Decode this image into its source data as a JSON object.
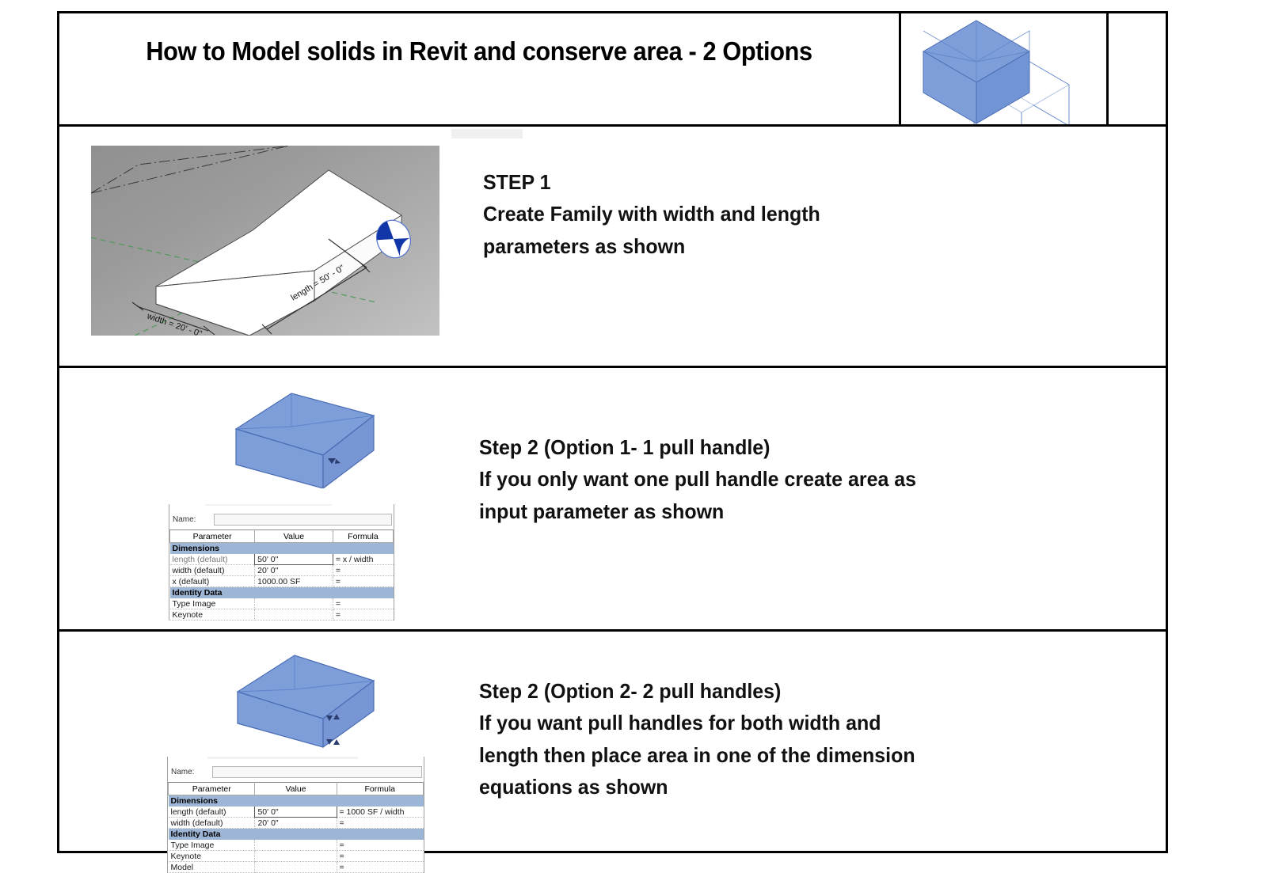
{
  "sheet": {
    "title": "How to Model solids in Revit and conserve  area - 2 Options",
    "header_icon_name": "blue-isometric-box-icon"
  },
  "steps": [
    {
      "id": "step1",
      "text": "STEP 1\nCreate Family with width and length\n parameters as shown",
      "image": {
        "type": "revit-3d-render",
        "solid_color": "#ffffff",
        "background": "grey-gradient",
        "dimension_labels": [
          {
            "name": "width-dimension",
            "text": "width = 20' - 0\""
          },
          {
            "name": "length-dimension",
            "text": "length = 50' - 0\""
          }
        ],
        "view_cube_name": "navigation-wheel-icon"
      }
    },
    {
      "id": "step2",
      "text": "Step 2 (Option 1- 1 pull handle)\nIf you only want one pull handle create area as\ninput parameter  as shown",
      "box": {
        "name": "blue-box-one-handle",
        "handles": 1
      },
      "dialog": {
        "name_label": "Name:",
        "name_value": "",
        "columns": [
          "Parameter",
          "Value",
          "Formula"
        ],
        "groups": [
          {
            "title": "Dimensions",
            "rows": [
              {
                "parameter": "length (default)",
                "value": "50'  0\"",
                "formula": "= x / width",
                "editing": true,
                "muted": true
              },
              {
                "parameter": "width (default)",
                "value": "20'  0\"",
                "formula": "="
              },
              {
                "parameter": "x (default)",
                "value": "1000.00 SF",
                "formula": "="
              }
            ]
          },
          {
            "title": "Identity Data",
            "rows": [
              {
                "parameter": "Type Image",
                "value": "",
                "formula": "="
              },
              {
                "parameter": "Keynote",
                "value": "",
                "formula": "="
              }
            ]
          }
        ]
      }
    },
    {
      "id": "step3",
      "text": "Step 2 (Option 2- 2 pull handles)\nIf you want pull handles for both width and\nlength then place area in one of the dimension\nequations as shown",
      "box": {
        "name": "blue-box-two-handles",
        "handles": 2
      },
      "dialog": {
        "name_label": "Name:",
        "name_value": "",
        "columns": [
          "Parameter",
          "Value",
          "Formula"
        ],
        "groups": [
          {
            "title": "Dimensions",
            "rows": [
              {
                "parameter": "length (default)",
                "value": "50'  0\"",
                "formula": "= 1000 SF / width",
                "editing": true
              },
              {
                "parameter": "width (default)",
                "value": "20'  0\"",
                "formula": "="
              }
            ]
          },
          {
            "title": "Identity Data",
            "rows": [
              {
                "parameter": "Type Image",
                "value": "",
                "formula": "="
              },
              {
                "parameter": "Keynote",
                "value": "",
                "formula": "="
              },
              {
                "parameter": "Model",
                "value": "",
                "formula": "="
              }
            ]
          }
        ]
      }
    }
  ],
  "colors": {
    "solid_blue_fill": "#7d9ed8",
    "solid_blue_edge": "#4a6cb5",
    "group_header_bg": "#9eb6d6",
    "frame_black": "#000000"
  }
}
